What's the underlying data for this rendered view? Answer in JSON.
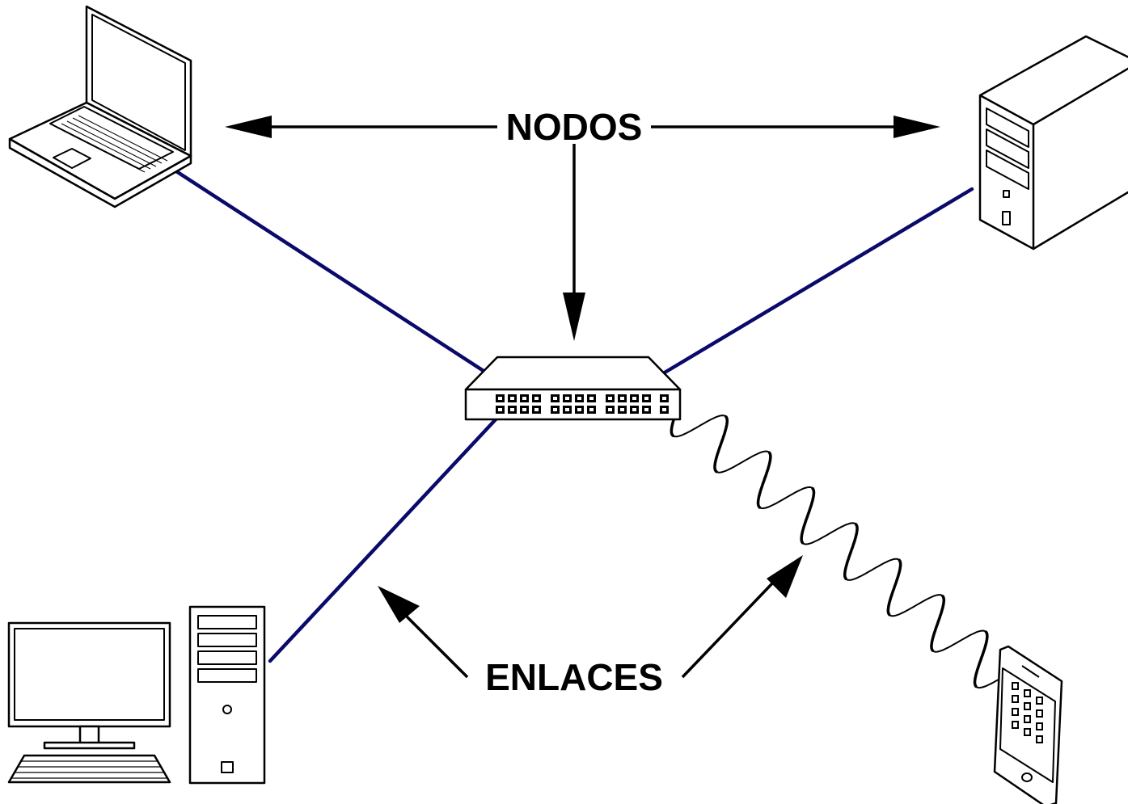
{
  "diagram": {
    "nodes_label": "NODOS",
    "links_label": "ENLACES"
  },
  "nodes": [
    {
      "id": "laptop",
      "icon": "laptop-icon"
    },
    {
      "id": "server",
      "icon": "server-tower-icon"
    },
    {
      "id": "switch",
      "icon": "network-switch-icon"
    },
    {
      "id": "desktop",
      "icon": "desktop-computer-icon"
    },
    {
      "id": "tablet",
      "icon": "tablet-icon"
    }
  ],
  "links": [
    {
      "from": "laptop",
      "to": "switch",
      "type": "cable"
    },
    {
      "from": "server",
      "to": "switch",
      "type": "cable"
    },
    {
      "from": "desktop",
      "to": "switch",
      "type": "cable"
    },
    {
      "from": "switch",
      "to": "tablet",
      "type": "coiled-cable"
    }
  ],
  "colors": {
    "link": "#0a0a6b",
    "outline": "#000000",
    "background": "#ffffff"
  }
}
